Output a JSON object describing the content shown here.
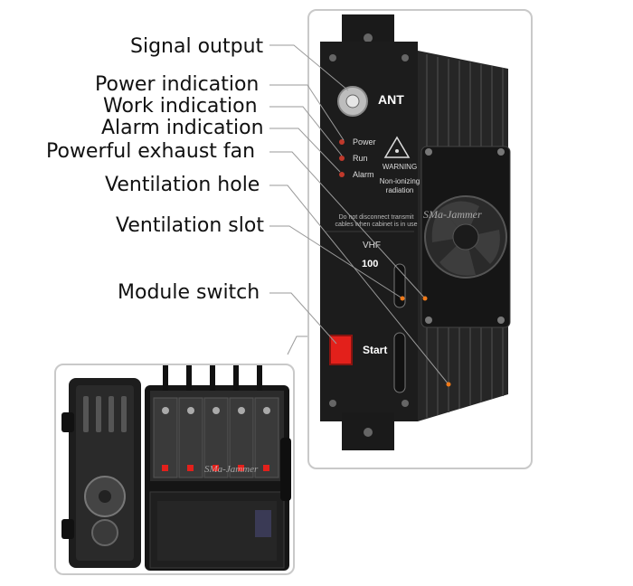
{
  "callouts": {
    "signal_output": "Signal output",
    "power_indication": "Power indication",
    "work_indication": "Work indication",
    "alarm_indication": "Alarm indication",
    "exhaust_fan": "Powerful exhaust fan",
    "ventilation_hole": "Ventilation hole",
    "ventilation_slot": "Ventilation slot",
    "module_switch": "Module switch"
  },
  "device": {
    "antenna_label": "ANT",
    "led_power": "Power",
    "led_run": "Run",
    "led_alarm": "Alarm",
    "warning_title": "WARNING",
    "warning_line1": "Non-ionizing",
    "warning_line2": "radiation",
    "caution_line1": "Do not disconnect transmit",
    "caution_line2": "cables when cabinet is in use",
    "band_type": "VHF",
    "band_value": "100",
    "start_label": "Start"
  },
  "watermark": "SMa-Jammer",
  "colors": {
    "body": "#1b1b1b",
    "led": "#c0392b",
    "start_button": "#e3201b",
    "leader": "#9a9a9a"
  }
}
